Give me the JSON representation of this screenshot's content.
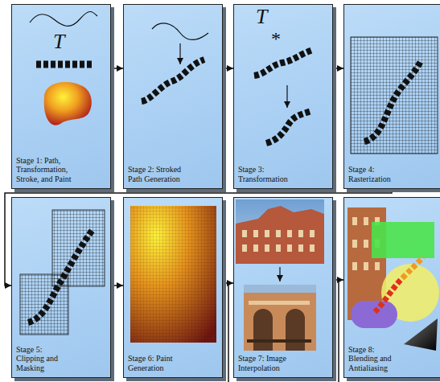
{
  "diagram": {
    "nodes": [
      {
        "text": [
          "Stage 1: Path, Transformation, Stroke, and Paint"
        ]
      },
      {
        "text": [
          "Stage 2: Stroked Path Generation"
        ]
      },
      {
        "text": [
          "Stage 3: Transformation"
        ]
      },
      {
        "text": [
          "Stage 4: Rasterization"
        ]
      },
      {
        "text": [
          "Stage 5: Clipping and Masking"
        ]
      },
      {
        "text": [
          "Stage 6: Paint Generation"
        ]
      },
      {
        "text": [
          "Stage 7: Image Interpolation"
        ]
      },
      {
        "text": [
          "Stage 8: Blending and Antialiasing"
        ]
      }
    ],
    "edges": [
      {
        "from": 0,
        "to": 1,
        "arrow": "to"
      },
      {
        "from": 1,
        "to": 2,
        "arrow": "to"
      },
      {
        "from": 2,
        "to": 3,
        "arrow": "to"
      },
      {
        "from": 3,
        "to": 4,
        "arrow": "to"
      },
      {
        "from": 4,
        "to": 5,
        "arrow": "to"
      },
      {
        "from": 5,
        "to": 6,
        "arrow": "to"
      },
      {
        "from": 6,
        "to": 7,
        "arrow": "to"
      }
    ],
    "labels": [
      "T",
      "T",
      "*"
    ]
  }
}
